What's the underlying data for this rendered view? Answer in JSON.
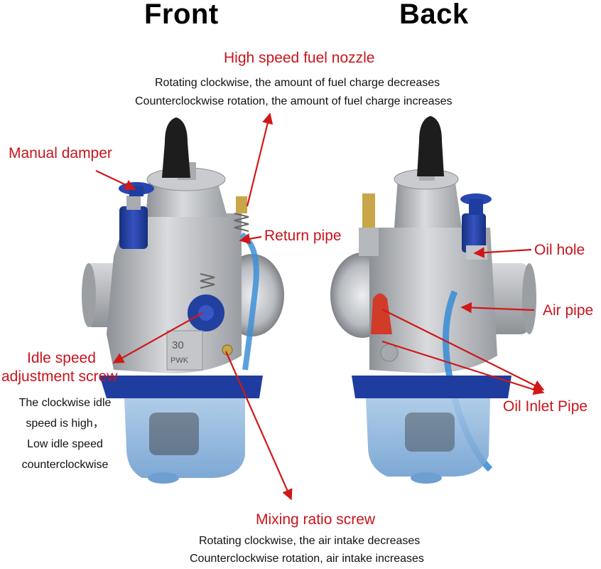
{
  "titles": {
    "front": "Front",
    "back": "Back"
  },
  "labels": {
    "high_speed_nozzle": "High speed fuel nozzle",
    "manual_damper": "Manual damper",
    "return_pipe": "Return pipe",
    "idle_speed_line1": "Idle speed",
    "idle_speed_line2": "adjustment screw",
    "mixing_ratio": "Mixing ratio screw",
    "oil_hole": "Oil hole",
    "air_pipe": "Air pipe",
    "oil_inlet": "Oil Inlet Pipe"
  },
  "descriptions": {
    "nozzle_1": "Rotating clockwise, the amount of fuel charge decreases",
    "nozzle_2": "Counterclockwise rotation, the amount of fuel charge increases",
    "idle_1": "The clockwise idle",
    "idle_2": "speed is high，",
    "idle_3": "Low  idle speed",
    "idle_4": "counterclockwise",
    "mixing_1": "Rotating clockwise, the air intake decreases",
    "mixing_2": "Counterclockwise rotation, air intake increases"
  },
  "part_text": {
    "bore_size": "30",
    "brand": "PWK"
  },
  "colors": {
    "label_red": "#c8141c",
    "arrow_red": "#d01818",
    "body_silver": "#b9bcc0",
    "blue_anodized": "#1f3d9e",
    "bowl_blue": "#8fb6dc",
    "hose_blue": "#3e8fd6",
    "rubber_black": "#1d1d1d",
    "brass": "#c8a64a"
  }
}
